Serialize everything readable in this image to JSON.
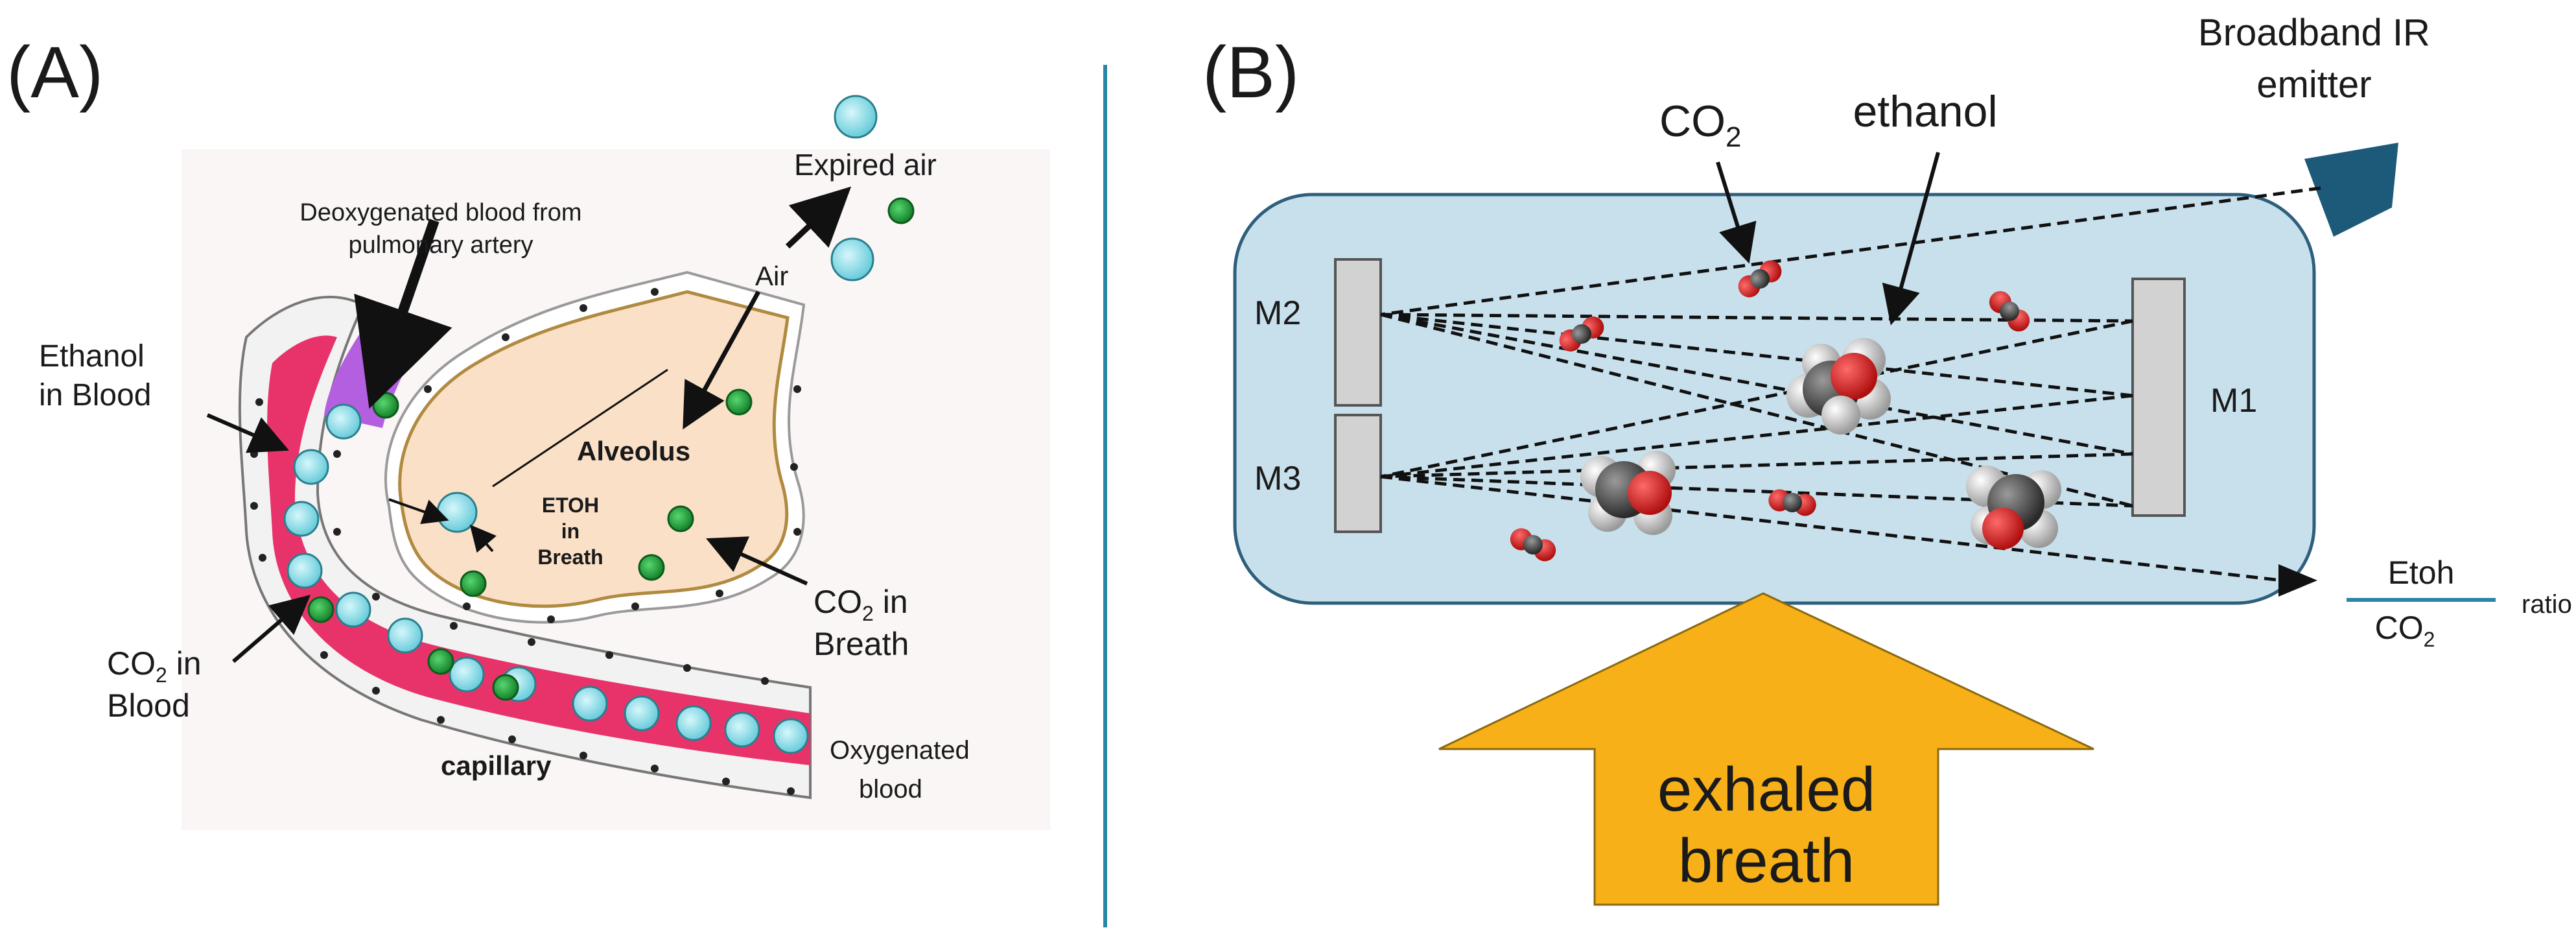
{
  "panel_a": {
    "label": "(A)",
    "expired_air": "Expired air",
    "deoxy_line1": "Deoxygenated blood from",
    "deoxy_line2": "pulmonary artery",
    "air": "Air",
    "ethanol_blood_line1": "Ethanol",
    "ethanol_blood_line2": "in Blood",
    "alveolus": "Alveolus",
    "etoh_line1": "ETOH",
    "etoh_line2": "in",
    "etoh_line3": "Breath",
    "co2_breath_line1_main": "CO",
    "co2_breath_line1_sub": "2",
    "co2_breath_line1_rest": " in",
    "co2_breath_line2": "Breath",
    "co2_blood_line1_main": "CO",
    "co2_blood_line1_sub": "2",
    "co2_blood_line1_rest": " in",
    "co2_blood_line2": "Blood",
    "capillary": "capillary",
    "oxy_line1": "Oxygenated",
    "oxy_line2": "blood"
  },
  "panel_b": {
    "label": "(B)",
    "emitter_line1": "Broadband IR",
    "emitter_line2": "emitter",
    "co2_main": "CO",
    "co2_sub": "2",
    "ethanol": "ethanol",
    "m1": "M1",
    "m2": "M2",
    "m3": "M3",
    "ratio_numerator": "Etoh",
    "ratio_denominator_main": "CO",
    "ratio_denominator_sub": "2",
    "ratio_word": "ratio",
    "exhaled_line1": "exhaled",
    "exhaled_line2": "breath"
  },
  "colors": {
    "cell_fill": "#8fe0ea",
    "green_molecule": "#1fa33a",
    "blood_pink": "#e8336a",
    "deoxy_purple": "#b45fe0",
    "alveolus_fill": "#fbe0c8",
    "chamber_fill": "#c7e0ec",
    "chamber_stroke": "#2e5f7d",
    "emitter": "#1d5a7a",
    "arrow_orange": "#f7b018",
    "divider": "#2a86a8"
  }
}
